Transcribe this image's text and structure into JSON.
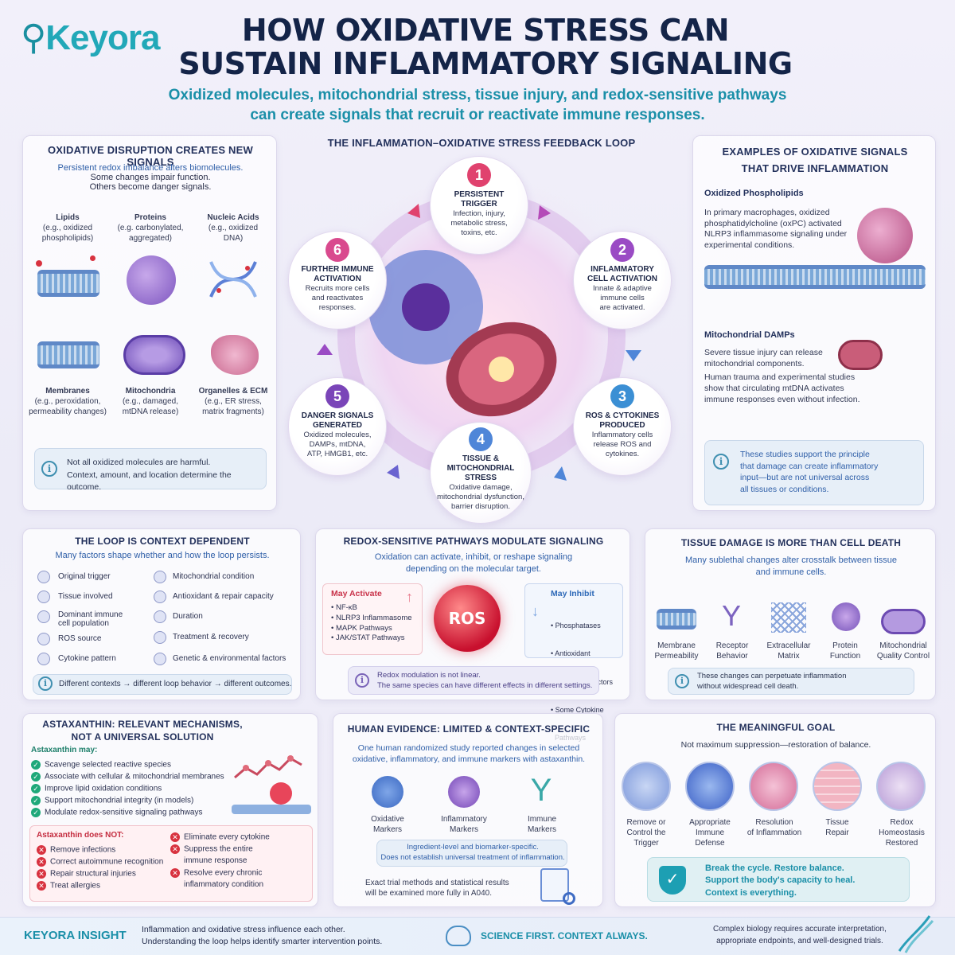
{
  "brand": {
    "logo": "Keyora"
  },
  "header": {
    "title_line1": "HOW OXIDATIVE STRESS CAN",
    "title_line2": "SUSTAIN INFLAMMATORY SIGNALING",
    "subtitle_line1": "Oxidized molecules, mitochondrial stress, tissue injury, and redox-sensitive pathways",
    "subtitle_line2": "can create signals that recruit or reactivate immune responses."
  },
  "disruption": {
    "title": "OXIDATIVE DISRUPTION CREATES NEW SIGNALS",
    "line1": "Persistent redox imbalance alters biomolecules.",
    "line2": "Some changes impair function.",
    "line3": "Others become danger signals.",
    "items": [
      {
        "name": "Lipids",
        "desc1": "(e.g., oxidized",
        "desc2": "phospholipids)"
      },
      {
        "name": "Proteins",
        "desc1": "(e.g. carbonylated,",
        "desc2": "aggregated)"
      },
      {
        "name": "Nucleic Acids",
        "desc1": "(e.g., oxidized",
        "desc2": "DNA)"
      },
      {
        "name": "Membranes",
        "desc1": "(e.g., peroxidation,",
        "desc2": "permeability changes)"
      },
      {
        "name": "Mitochondria",
        "desc1": "(e.g., damaged,",
        "desc2": "mtDNA release)"
      },
      {
        "name": "Organelles & ECM",
        "desc1": "(e.g., ER stress,",
        "desc2": "matrix fragments)"
      }
    ],
    "note1": "Not all oxidized molecules are harmful.",
    "note2": "Context, amount, and location determine the outcome."
  },
  "loop": {
    "title": "THE INFLAMMATION–OXIDATIVE STRESS FEEDBACK LOOP",
    "nodes": [
      {
        "num": "1",
        "title1": "PERSISTENT",
        "title2": "TRIGGER",
        "t1": "Infection, injury,",
        "t2": "metabolic stress,",
        "t3": "toxins, etc.",
        "t4": ""
      },
      {
        "num": "2",
        "title1": "INFLAMMATORY",
        "title2": "CELL ACTIVATION",
        "t1": "Innate & adaptive",
        "t2": "immune cells",
        "t3": "are activated.",
        "t4": ""
      },
      {
        "num": "3",
        "title1": "ROS & CYTOKINES",
        "title2": "PRODUCED",
        "t1": "Inflammatory cells",
        "t2": "release ROS and",
        "t3": "cytokines.",
        "t4": ""
      },
      {
        "num": "4",
        "title1": "TISSUE &",
        "title2": "MITOCHONDRIAL",
        "title3": "STRESS",
        "t1": "Oxidative damage,",
        "t2": "mitochondrial dysfunction,",
        "t3": "barrier disruption.",
        "t4": ""
      },
      {
        "num": "5",
        "title1": "DANGER SIGNALS",
        "title2": "GENERATED",
        "t1": "Oxidized molecules,",
        "t2": "DAMPs, mtDNA,",
        "t3": "ATP, HMGB1, etc.",
        "t4": ""
      },
      {
        "num": "6",
        "title1": "FURTHER IMMUNE",
        "title2": "ACTIVATION",
        "t1": "Recruits more cells",
        "t2": "and reactivates",
        "t3": "responses.",
        "t4": ""
      }
    ]
  },
  "examples": {
    "title1": "EXAMPLES OF OXIDATIVE SIGNALS",
    "title2": "THAT DRIVE INFLAMMATION",
    "h1": "Oxidized Phospholipids",
    "p1_1": "In primary macrophages, oxidized",
    "p1_2": "phosphatidylcholine (oxPC) activated",
    "p1_3": "NLRP3 inflammasome signaling under",
    "p1_4": "experimental conditions.",
    "h2": "Mitochondrial DAMPs",
    "p2_1": "Severe tissue injury can release",
    "p2_2": "mitochondrial components.",
    "p2_3": "Human trauma and experimental studies",
    "p2_4": "show that circulating mtDNA activates",
    "p2_5": "immune responses even without infection.",
    "note1": "These studies support the principle",
    "note2": "that damage can create inflammatory",
    "note3": "input—but are not universal across",
    "note4": "all tissues or conditions."
  },
  "context": {
    "title": "THE LOOP IS CONTEXT DEPENDENT",
    "sub": "Many factors shape whether and how the loop persists.",
    "left": [
      "Original trigger",
      "Tissue involved",
      "Dominant immune",
      "ROS source",
      "Cytokine pattern"
    ],
    "left_extra": "cell population",
    "right": [
      "Mitochondrial condition",
      "Antioxidant & repair capacity",
      "Duration",
      "Treatment & recovery",
      "Genetic & environmental factors"
    ],
    "note": "Different contexts → different loop behavior → different outcomes."
  },
  "redox": {
    "title": "REDOX-SENSITIVE PATHWAYS MODULATE SIGNALING",
    "sub1": "Oxidation can activate, inhibit, or reshape signaling",
    "sub2": "depending on the molecular target.",
    "activate_title": "May Activate",
    "activate": [
      "• NF-κB",
      "• NLRP3 Inflammasome",
      "• MAPK Pathways",
      "• JAK/STAT Pathways"
    ],
    "ros": "ROS",
    "inhibit_title": "May Inhibit",
    "inhibit": [
      "• Phosphatases",
      "• Antioxidant",
      "  Response Factors",
      "• Some Cytokine",
      "  Pathways"
    ],
    "note1": "Redox modulation is not linear.",
    "note2": "The same species can have different effects in different settings."
  },
  "tissue": {
    "title": "TISSUE DAMAGE IS MORE THAN CELL DEATH",
    "sub1": "Many sublethal changes alter crosstalk between tissue",
    "sub2": "and immune cells.",
    "items": [
      {
        "l1": "Membrane",
        "l2": "Permeability"
      },
      {
        "l1": "Receptor",
        "l2": "Behavior"
      },
      {
        "l1": "Extracellular",
        "l2": "Matrix"
      },
      {
        "l1": "Protein",
        "l2": "Function"
      },
      {
        "l1": "Mitochondrial",
        "l2": "Quality Control"
      }
    ],
    "note1": "These changes can perpetuate inflammation",
    "note2": "without widespread cell death."
  },
  "astax": {
    "title1": "ASTAXANTHIN: RELEVANT MECHANISMS,",
    "title2": "NOT A UNIVERSAL SOLUTION",
    "may_title": "Astaxanthin may:",
    "may": [
      "Scavenge selected reactive species",
      "Associate with cellular & mitochondrial membranes",
      "Improve lipid oxidation conditions",
      "Support mitochondrial integrity (in models)",
      "Modulate redox-sensitive signaling pathways"
    ],
    "not_title": "Astaxanthin does NOT:",
    "not_left": [
      "Remove infections",
      "Correct autoimmune recognition",
      "Repair structural injuries",
      "Treat allergies"
    ],
    "not_right": [
      "Eliminate every cytokine",
      "Suppress the entire",
      "immune response",
      "Resolve every chronic",
      "inflammatory condition"
    ]
  },
  "human": {
    "title": "HUMAN EVIDENCE: LIMITED & CONTEXT-SPECIFIC",
    "sub1": "One human randomized study reported changes in selected",
    "sub2": "oxidative, inflammatory, and immune markers with astaxanthin.",
    "markers": [
      {
        "l1": "Oxidative",
        "l2": "Markers"
      },
      {
        "l1": "Inflammatory",
        "l2": "Markers"
      },
      {
        "l1": "Immune",
        "l2": "Markers"
      }
    ],
    "note1": "Ingredient-level and biomarker-specific.",
    "note2": "Does not establish universal treatment of inflammation.",
    "foot1": "Exact trial methods and statistical results",
    "foot2": "will be examined more fully in A040."
  },
  "goal": {
    "title": "THE MEANINGFUL GOAL",
    "sub": "Not maximum suppression—restoration of balance.",
    "items": [
      {
        "l1": "Remove or",
        "l2": "Control the",
        "l3": "Trigger"
      },
      {
        "l1": "Appropriate",
        "l2": "Immune",
        "l3": "Defense"
      },
      {
        "l1": "Resolution",
        "l2": "of Inflammation",
        "l3": ""
      },
      {
        "l1": "Tissue",
        "l2": "Repair",
        "l3": ""
      },
      {
        "l1": "Redox",
        "l2": "Homeostasis",
        "l3": "Restored"
      }
    ],
    "banner1": "Break the cycle. Restore balance.",
    "banner2": "Support the body's capacity to heal.",
    "banner3": "Context is everything."
  },
  "footer": {
    "insight": "KEYORA INSIGHT",
    "text1": "Inflammation and oxidative stress influence each other.",
    "text2": "Understanding the loop helps identify smarter intervention points.",
    "motto": "SCIENCE FIRST. CONTEXT ALWAYS.",
    "right1": "Complex biology requires accurate interpretation,",
    "right2": "appropriate endpoints, and well-designed trials."
  },
  "colors": {
    "node1": "#e0426e",
    "node2": "#9a4bc4",
    "node3": "#3b8fd4",
    "node4": "#4f86d8",
    "node5": "#7a45b8",
    "node6": "#d94a8e",
    "teal": "#1a9fb0",
    "navy": "#142448"
  },
  "icons": [
    "info-icon",
    "check-icon",
    "x-icon",
    "brain-icon",
    "dna-icon",
    "shield-icon",
    "arrow-icon"
  ]
}
